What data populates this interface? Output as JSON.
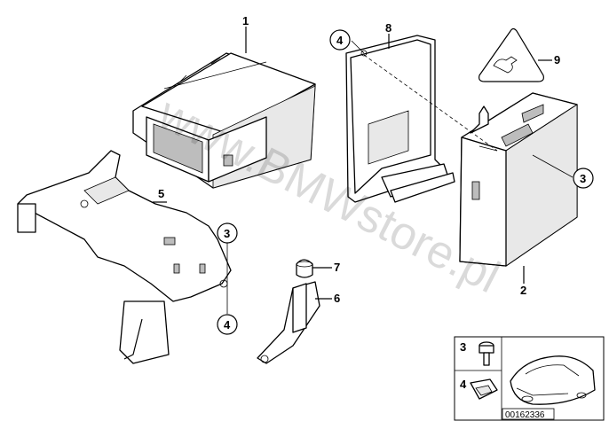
{
  "diagram": {
    "watermark": "www.BMWstore.pl",
    "callouts": {
      "c1": "1",
      "c2": "2",
      "c3a": "3",
      "c3b": "3",
      "c4a": "4",
      "c4b": "4",
      "c5": "5",
      "c6": "6",
      "c7": "7",
      "c8": "8",
      "c9": "9"
    },
    "legend": {
      "item3": "3",
      "item4": "4"
    },
    "image_id": "00162336"
  }
}
